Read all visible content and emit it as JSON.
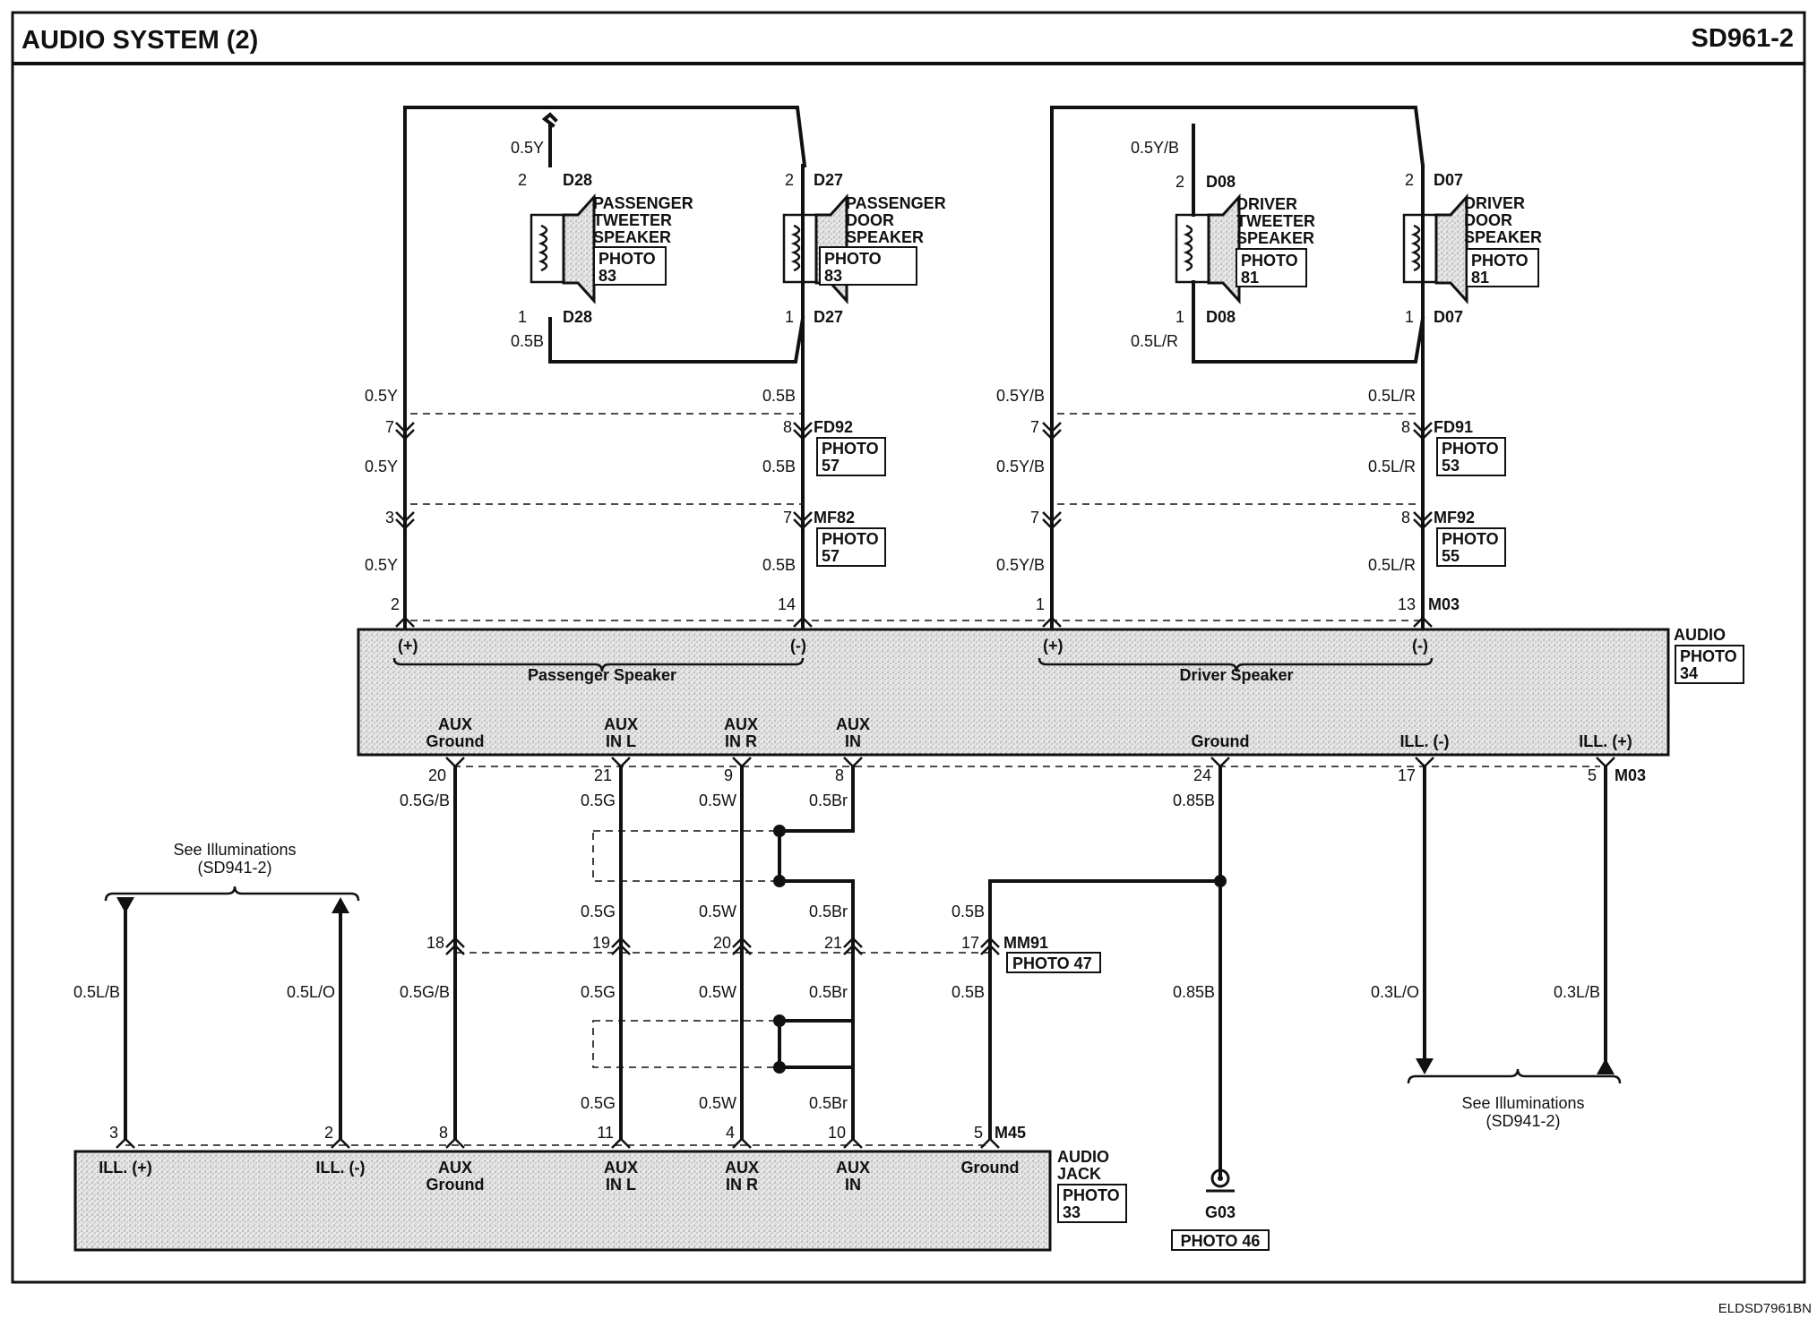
{
  "header": {
    "title": "AUDIO SYSTEM (2)",
    "code": "SD961-2"
  },
  "footer": {
    "ref": "ELDSD7961BN"
  },
  "speakers": {
    "p_tweet": {
      "l1": "PASSENGER",
      "l2": "TWEETER",
      "l3": "SPEAKER",
      "photo": "PHOTO",
      "num": "83",
      "conn": "D28",
      "pin_top": "2",
      "pin_bot": "1",
      "wire_top": "0.5Y",
      "wire_bot": "0.5B"
    },
    "p_door": {
      "l1": "PASSENGER",
      "l2": "DOOR",
      "l3": "SPEAKER",
      "photo": "PHOTO",
      "num": "83",
      "conn": "D27",
      "pin_top": "2",
      "pin_bot": "1"
    },
    "d_tweet": {
      "l1": "DRIVER",
      "l2": "TWEETER",
      "l3": "SPEAKER",
      "photo": "PHOTO",
      "num": "81",
      "conn": "D08",
      "pin_top": "2",
      "pin_bot": "1",
      "wire_top": "0.5Y/B",
      "wire_bot": "0.5L/R"
    },
    "d_door": {
      "l1": "DRIVER",
      "l2": "DOOR",
      "l3": "SPEAKER",
      "photo": "PHOTO",
      "num": "81",
      "conn": "D07",
      "pin_top": "2",
      "pin_bot": "1"
    }
  },
  "connectors": {
    "fd92": {
      "name": "FD92",
      "photo": "PHOTO",
      "num": "57"
    },
    "mf82": {
      "name": "MF82",
      "photo": "PHOTO",
      "num": "57"
    },
    "fd91": {
      "name": "FD91",
      "photo": "PHOTO",
      "num": "53"
    },
    "mf92": {
      "name": "MF92",
      "photo": "PHOTO",
      "num": "55"
    },
    "m03": {
      "name": "M03"
    },
    "mm91": {
      "name": "MM91",
      "photo": "PHOTO 47"
    },
    "m45": {
      "name": "M45"
    },
    "g03": {
      "name": "G03",
      "photo": "PHOTO 46"
    }
  },
  "wires": {
    "y": "0.5Y",
    "b": "0.5B",
    "yb": "0.5Y/B",
    "lr": "0.5L/R",
    "gb": "0.5G/B",
    "g": "0.5G",
    "w": "0.5W",
    "br": "0.5Br",
    "b85": "0.85B",
    "lo3": "0.3L/O",
    "lb3": "0.3L/B",
    "lb": "0.5L/B",
    "lo": "0.5L/O"
  },
  "pins": {
    "fd_a": "7",
    "fd_b": "8",
    "fd_c": "7",
    "fd_d": "8",
    "mf_a": "3",
    "mf_b": "7",
    "mf_c": "7",
    "mf_d": "8",
    "m03_top_a": "2",
    "m03_top_b": "14",
    "m03_top_c": "1",
    "m03_top_d": "13",
    "m03_bot_a": "20",
    "m03_bot_b": "21",
    "m03_bot_c": "9",
    "m03_bot_d": "8",
    "m03_bot_e": "24",
    "m03_bot_f": "17",
    "m03_bot_g": "5",
    "mm_a": "18",
    "mm_b": "19",
    "mm_c": "20",
    "mm_d": "21",
    "mm_e": "17",
    "m45_a": "3",
    "m45_b": "2",
    "m45_c": "8",
    "m45_d": "11",
    "m45_e": "4",
    "m45_f": "10",
    "m45_g": "5"
  },
  "audio_unit": {
    "name": "AUDIO",
    "photo": "PHOTO",
    "num": "34",
    "plus": "(+)",
    "minus": "(-)",
    "passenger": "Passenger Speaker",
    "driver": "Driver Speaker",
    "aux_ground_1": "AUX",
    "aux_ground_2": "Ground",
    "aux_inl_1": "AUX",
    "aux_inl_2": "IN L",
    "aux_inr_1": "AUX",
    "aux_inr_2": "IN R",
    "aux_in_1": "AUX",
    "aux_in_2": "IN",
    "ground": "Ground",
    "ill_minus": "ILL. (-)",
    "ill_plus": "ILL. (+)"
  },
  "audio_jack": {
    "name1": "AUDIO",
    "name2": "JACK",
    "photo": "PHOTO",
    "num": "33",
    "ill_plus": "ILL. (+)",
    "ill_minus": "ILL. (-)",
    "aux_ground_1": "AUX",
    "aux_ground_2": "Ground",
    "aux_inl_1": "AUX",
    "aux_inl_2": "IN L",
    "aux_inr_1": "AUX",
    "aux_inr_2": "IN R",
    "aux_in_1": "AUX",
    "aux_in_2": "IN",
    "ground": "Ground"
  },
  "refs": {
    "left": {
      "l1": "See Illuminations",
      "l2": "(SD941-2)"
    },
    "right": {
      "l1": "See Illuminations",
      "l2": "(SD941-2)"
    }
  }
}
